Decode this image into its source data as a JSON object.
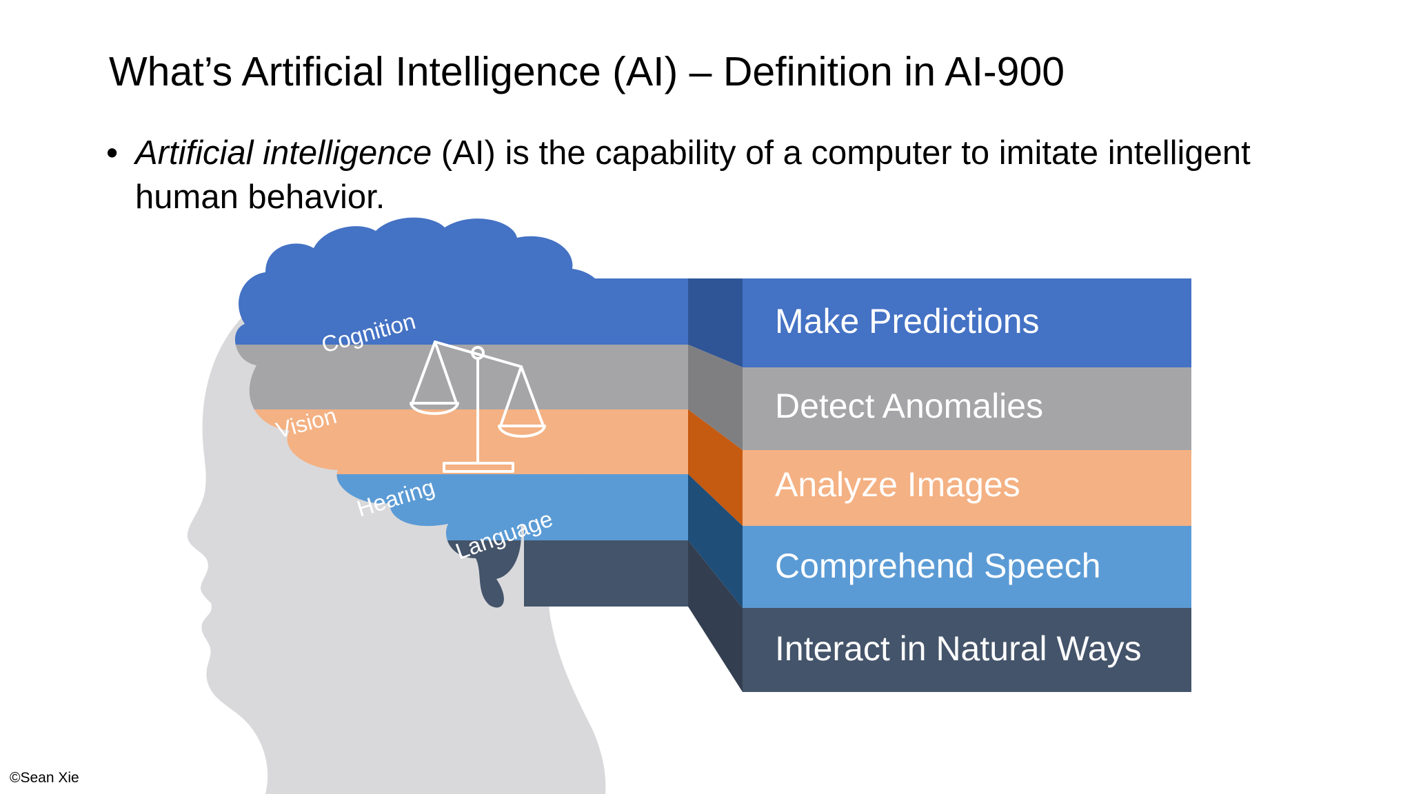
{
  "slide": {
    "title": "What’s Artificial Intelligence (AI) – Definition in AI-900",
    "bullet": {
      "marker": "•",
      "italic_term": "Artificial intelligence",
      "rest": " (AI) is the capability of a computer to imitate intelligent human behavior."
    },
    "copyright": "©Sean Xie"
  },
  "brain_labels": {
    "cognition": "Cognition",
    "vision": "Vision",
    "hearing": "Hearing",
    "language": "Language"
  },
  "capabilities": [
    {
      "label": "Make Predictions",
      "color": "#4472C4",
      "side_color": "#2F5597"
    },
    {
      "label": "Detect Anomalies",
      "color": "#A5A5A8",
      "side_color": "#7F7F82"
    },
    {
      "label": "Analyze Images",
      "color": "#F4B183",
      "side_color": "#C55A11"
    },
    {
      "label": "Comprehend Speech",
      "color": "#5B9BD5",
      "side_color": "#1F4E79"
    },
    {
      "label": "Interact in Natural Ways",
      "color": "#44546A",
      "side_color": "#333F50"
    }
  ],
  "icons": {
    "head": "human-head-silhouette-icon",
    "brain": "brain-icon",
    "scale": "balance-scale-icon"
  }
}
